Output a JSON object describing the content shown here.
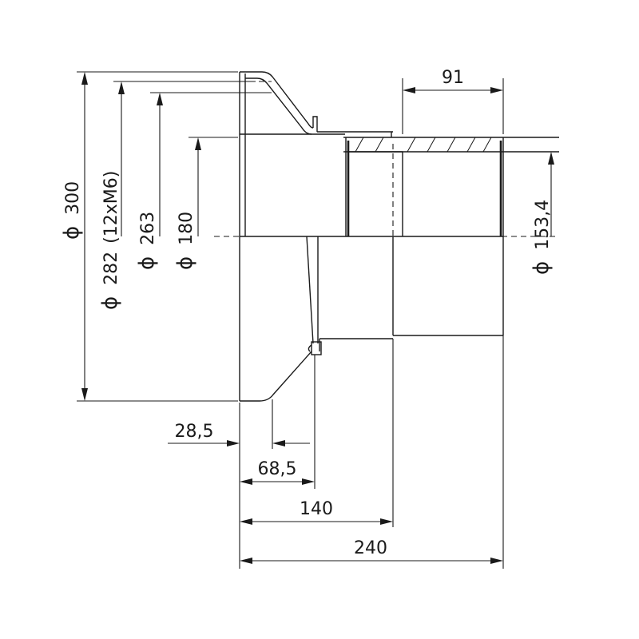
{
  "dimensions": {
    "diameters": [
      {
        "symbol": "ϕ",
        "value": "300"
      },
      {
        "symbol": "ϕ",
        "value": "282",
        "note": "(12xM6)"
      },
      {
        "symbol": "ϕ",
        "value": "263"
      },
      {
        "symbol": "ϕ",
        "value": "180"
      },
      {
        "symbol": "ϕ",
        "value": "153,4"
      }
    ],
    "lengths": {
      "top": "91",
      "d28": "28,5",
      "d68": "68,5",
      "d140": "140",
      "d240": "240"
    }
  }
}
